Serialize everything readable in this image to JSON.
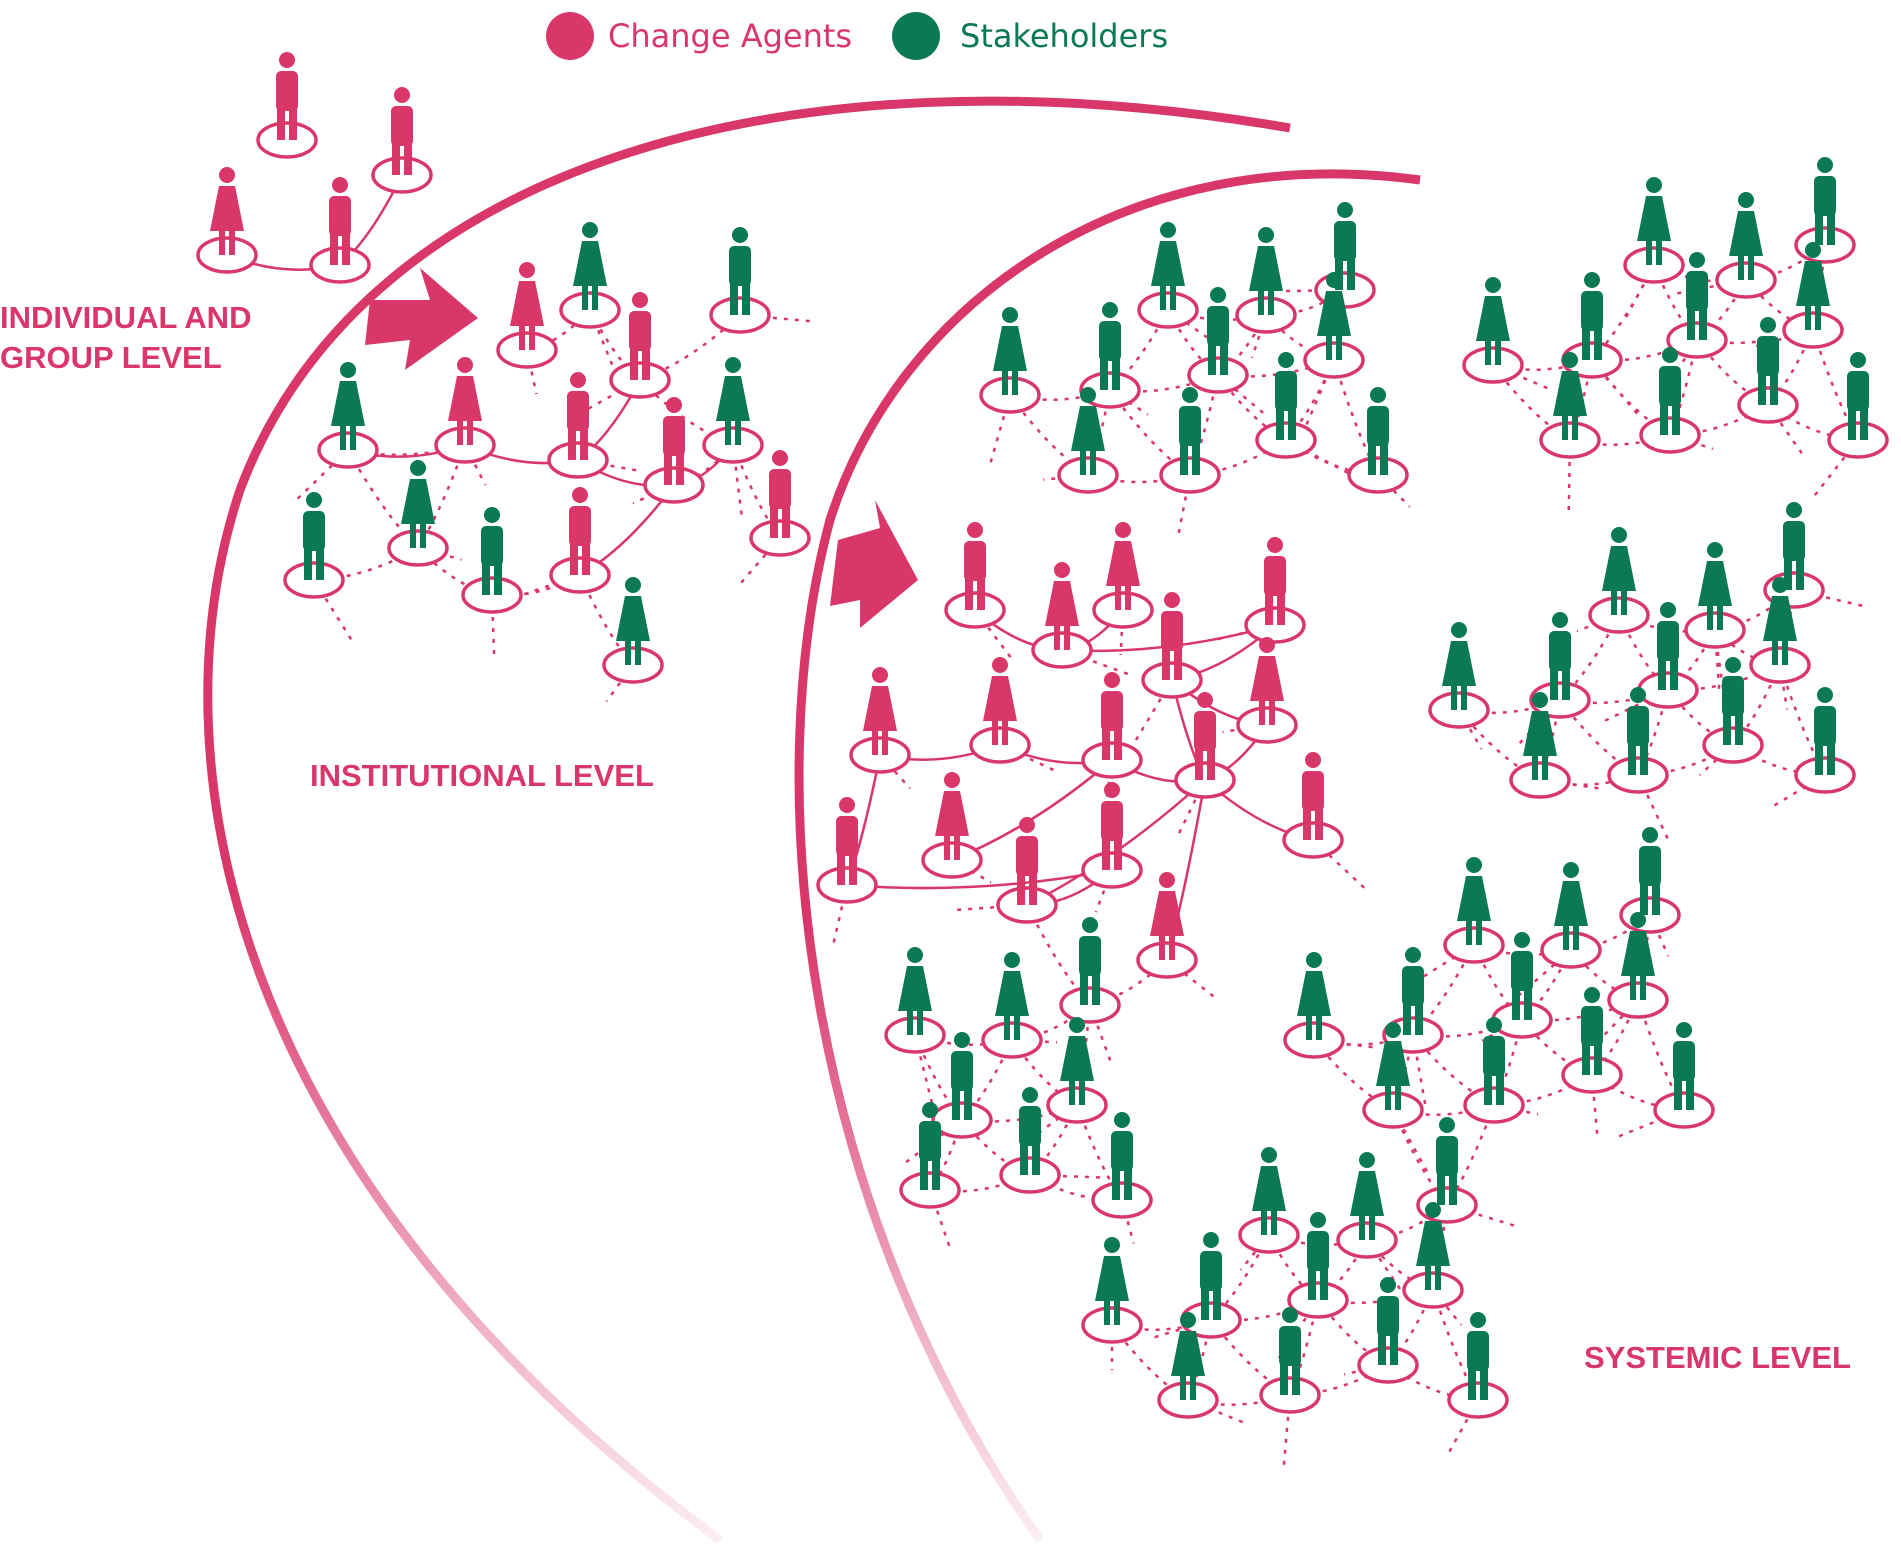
{
  "legend": {
    "agents_label": "Change Agents",
    "stakeholders_label": "Stakeholders"
  },
  "colors": {
    "agent": "#d9376a",
    "stakeholder": "#0b7a53",
    "ring": "#d9376a",
    "link": "#d9376a"
  },
  "labels": {
    "individual_line1": "INDIVIDUAL AND",
    "individual_line2": "GROUP LEVEL",
    "institutional": "INSTITUTIONAL LEVEL",
    "systemic": "SYSTEMIC LEVEL"
  }
}
